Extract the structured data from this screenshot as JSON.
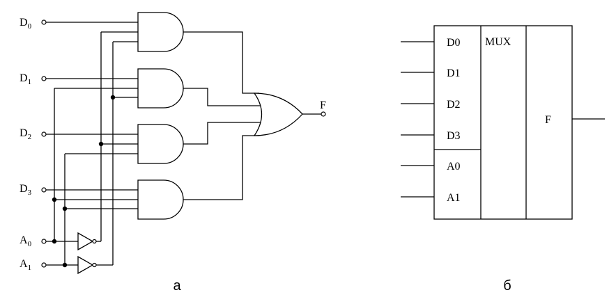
{
  "circuit": {
    "inputs": [
      {
        "letter": "D",
        "sub": "0"
      },
      {
        "letter": "D",
        "sub": "1"
      },
      {
        "letter": "D",
        "sub": "2"
      },
      {
        "letter": "D",
        "sub": "3"
      },
      {
        "letter": "A",
        "sub": "0"
      },
      {
        "letter": "A",
        "sub": "1"
      }
    ],
    "output_label": "F",
    "caption": "а"
  },
  "block": {
    "data_inputs": [
      "D0",
      "D1",
      "D2",
      "D3"
    ],
    "address_inputs": [
      "A0",
      "A1"
    ],
    "title": "MUX",
    "output_label": "F",
    "caption": "б"
  }
}
